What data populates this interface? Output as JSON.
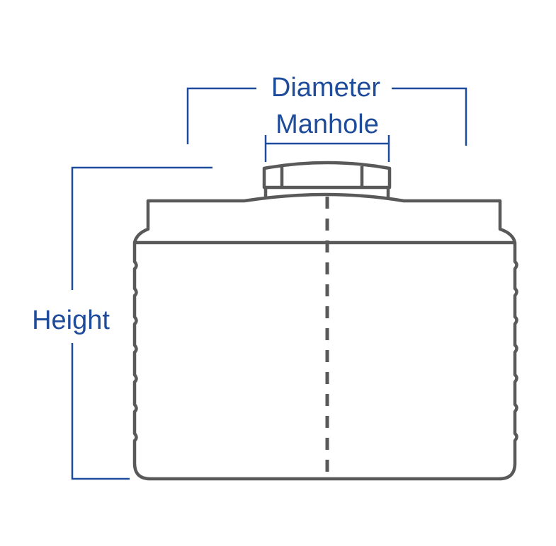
{
  "labels": {
    "diameter": "Diameter",
    "manhole": "Manhole",
    "height": "Height"
  },
  "colors": {
    "dimension": "#1f4b9b",
    "outline": "#595959"
  }
}
